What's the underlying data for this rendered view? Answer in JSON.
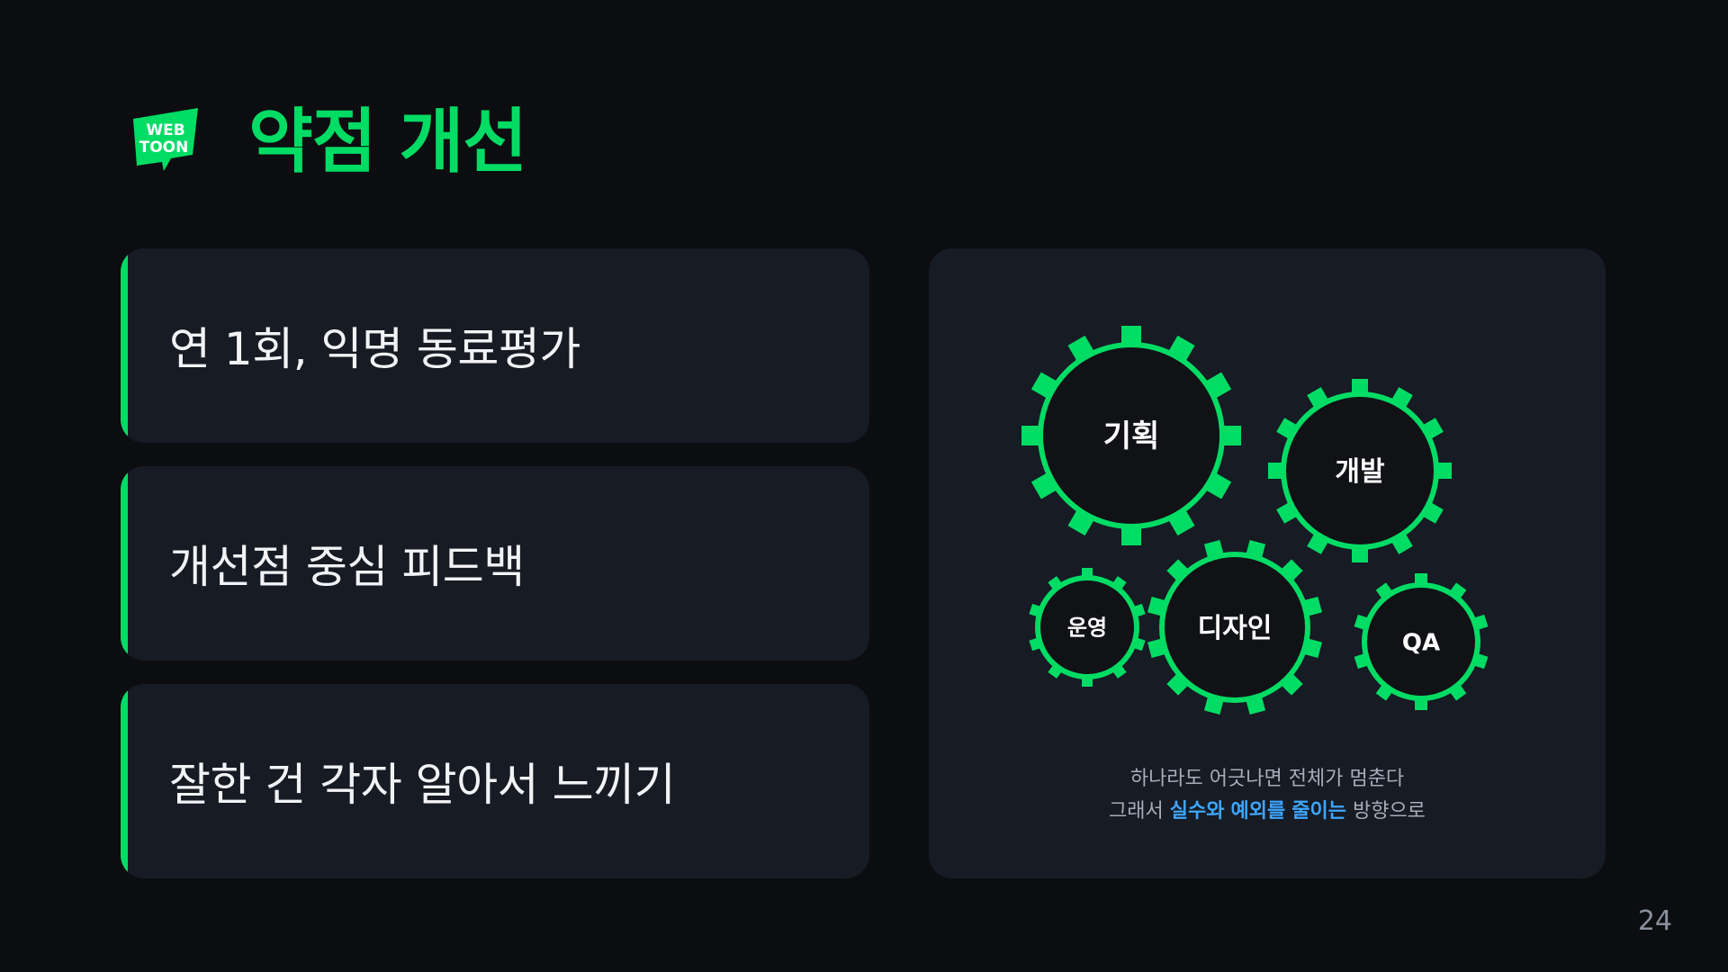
{
  "header": {
    "logo": {
      "text_line1": "WEB",
      "text_line2": "TOON"
    },
    "title": "약점 개선"
  },
  "cards": [
    {
      "text": "연 1회, 익명 동료평가"
    },
    {
      "text": "개선점 중심 피드백"
    },
    {
      "text": "잘한 건 각자 알아서 느끼기"
    }
  ],
  "gear_panel": {
    "gears": [
      {
        "label": "기획"
      },
      {
        "label": "개발"
      },
      {
        "label": "운영"
      },
      {
        "label": "디자인"
      },
      {
        "label": "QA"
      }
    ],
    "caption": {
      "line1": "하나라도 어긋나면 전체가 멈춘다",
      "line2_prefix": "그래서 ",
      "line2_highlight_1": "실수와",
      "line2_space_1": " ",
      "line2_highlight_2": "예외를",
      "line2_space_2": " ",
      "line2_highlight_3": "줄이는",
      "line2_suffix": " 방향으로"
    }
  },
  "footer": {
    "page_number": "24"
  },
  "colors": {
    "background": "#0c0d10",
    "card": "#161b24",
    "accent_green": "#00dc64",
    "highlight_blue": "#3ea6ff"
  }
}
